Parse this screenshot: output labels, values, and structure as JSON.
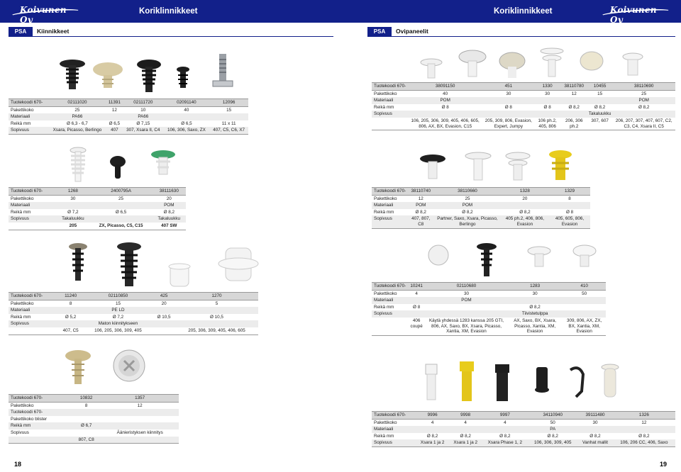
{
  "brand": "Koivunen Oy",
  "header_title": "Koriklinnikkeet",
  "page_left": "18",
  "page_right": "19",
  "sections": {
    "left": {
      "tag": "PSA",
      "name": "Kiinnikkeet"
    },
    "right": {
      "tag": "PSA",
      "name": "Ovipaneelit"
    }
  },
  "labels": {
    "code": "Tuotekoodi 670-",
    "pack": "Pakettikoko",
    "mat": "Materiaali",
    "hole": "Reikä mm",
    "fit": "Sopivuus",
    "blister": "Pakettikoko blister"
  },
  "tables": {
    "t1": {
      "codes": [
        "02111020",
        "11391",
        "02111720",
        "02091140",
        "12096"
      ],
      "pack": [
        "25",
        "12",
        "10",
        "40",
        "15"
      ],
      "mat": [
        "PA66",
        "",
        "PA66",
        "",
        ""
      ],
      "hole": [
        "Ø 6,3 - 6,7",
        "Ø 6,5",
        "Ø 7,15",
        "Ø 6,5",
        "11 x 11"
      ],
      "fit": [
        "Xsara, Picasso, Berlingo",
        "407",
        "307, Xsara II, C4",
        "106, 306, Saxo, ZX",
        "407, C5, C6, X7"
      ]
    },
    "t2": {
      "codes": [
        "1268",
        "2400795A",
        "38111630"
      ],
      "pack": [
        "30",
        "25",
        "20"
      ],
      "mat": [
        "",
        "",
        "POM"
      ],
      "hole": [
        "Ø 7,2",
        "Ø 6,5",
        "Ø 8,2"
      ],
      "fit": [
        "Takaluukku",
        "",
        "Takaluukku"
      ],
      "fit2": [
        "205",
        "ZX, Picasso, C5, C15",
        "407 SW"
      ]
    },
    "t3": {
      "codes": [
        "11240",
        "02110850",
        "425",
        "1270"
      ],
      "pack": [
        "8",
        "15",
        "20",
        "5"
      ],
      "mat": "PE LD",
      "hole": [
        "Ø 5,2",
        "Ø 7,2",
        "Ø 10,5",
        "Ø 10,5"
      ],
      "fit": "Maton kiinnitykseen",
      "fit2": [
        "407, C5",
        "106, 205, 306, 309, 405",
        "",
        "205, 306, 309, 405, 406, 605"
      ]
    },
    "t4": {
      "codes": [
        "10832",
        "1357"
      ],
      "pack": [
        "8",
        "12"
      ],
      "hole": [
        "Ø 6,7",
        ""
      ],
      "fit": [
        "",
        "Äänieristyksen kiinnitys"
      ],
      "fit2": [
        "807, C8",
        ""
      ]
    },
    "t5": {
      "codes": [
        "38091150",
        "451",
        "1330",
        "38110780",
        "10455",
        "38110690"
      ],
      "pack": [
        "40",
        "30",
        "30",
        "12",
        "15",
        "25"
      ],
      "mat": [
        "POM",
        "",
        "",
        "",
        "",
        "POM"
      ],
      "hole": [
        "Ø 8",
        "Ø 8",
        "Ø 8",
        "Ø 8,2",
        "Ø 8,2",
        "Ø 8,2"
      ],
      "fit": "Takaluukku",
      "fit2": [
        "106, 205, 306, 309, 405, 406, 605, 806, AX, BX, Evasion, C15",
        "205, 309, 806, Evasion, Expert, Jumpy",
        "106 ph.2, 405, 806",
        "206, 306 ph.2",
        "307, 607",
        "206, 207, 307, 407, 607, C2, C3, C4, Xsara II, C5"
      ]
    },
    "t6": {
      "codes": [
        "38110740",
        "38110660",
        "1328",
        "1329"
      ],
      "pack": [
        "12",
        "25",
        "20",
        "8"
      ],
      "mat": [
        "POM",
        "POM",
        "",
        ""
      ],
      "hole": [
        "Ø 8,2",
        "Ø 8,2",
        "Ø 8,2",
        "Ø 8"
      ],
      "fit": [
        "407, 807, C8",
        "Partner, Saxo, Xsara, Picasso, Berlingo",
        "405 ph.2, 406, 806, Evasion",
        "405, 605, 806, Evasion"
      ]
    },
    "t7": {
      "codes": [
        "10241",
        "02110680",
        "1283",
        "410"
      ],
      "pack": [
        "4",
        "30",
        "30",
        "50"
      ],
      "mat": "POM",
      "hole": [
        "Ø 8",
        "",
        "Ø 8,2",
        ""
      ],
      "fit": "Tiivistetulppa",
      "fit2": [
        "406 coupé",
        "Käytä yhdessä 1283 kanssa 205 GTI, 806, AX, Saxo, BX, Xsara, Picasso, Xantia, XM, Evasion",
        "AX, Saxo, BX, Xsara, Picasso, Xantia, XM, Evasion",
        "309, 806, AX, ZX, BX, Xantia, XM, Evasion"
      ]
    },
    "t8": {
      "codes": [
        "9996",
        "9998",
        "9997",
        "34110940",
        "39111480",
        "1326"
      ],
      "pack": [
        "4",
        "4",
        "4",
        "50",
        "30",
        "12"
      ],
      "mat": "PA",
      "hole": [
        "Ø 8,2",
        "Ø 8,2",
        "Ø 8,2",
        "Ø 8,2",
        "Ø 8,2",
        "Ø 8,2"
      ],
      "fit": [
        "Xsara 1 ja 2",
        "Xsara 1 ja 2",
        "Xsara Phase 1, 2",
        "106, 306, 309, 405",
        "Vanhat mallit",
        "106, 206 CC, 406, Saxo"
      ]
    }
  },
  "colors": {
    "brand_blue": "#12208a",
    "header_row": "#d7d7d7",
    "alt_row": "#ececec"
  }
}
